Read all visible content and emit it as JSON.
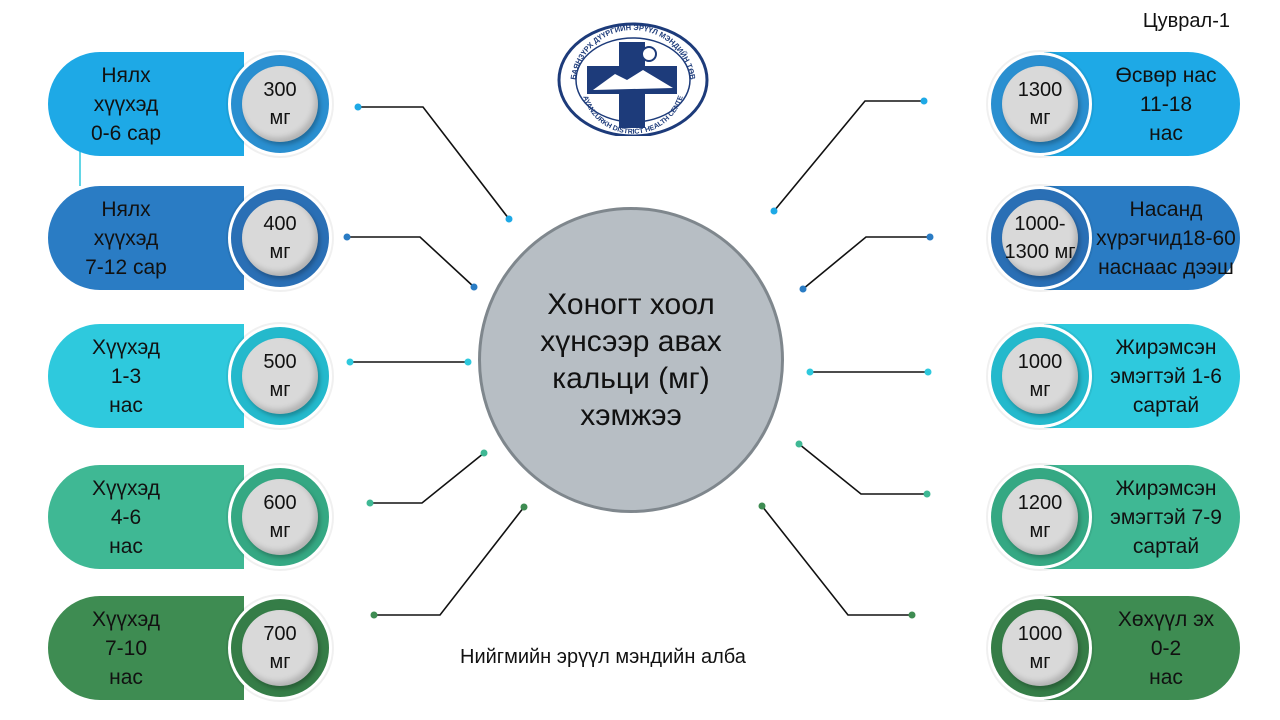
{
  "series_label": "Цуврал-1",
  "footer": "Нийгмийн эрүүл мэндийн алба",
  "logo": {
    "top_text": "БАЯНЗҮРХ ДҮҮРГИЙН ЭРҮҮЛ МЭНДИЙН ТӨВ",
    "bottom_text": "BAYANZURKH DISTRICT HEALTH CENTER"
  },
  "center": {
    "text": "Хоногт хоол\nхүнсээр авах\nкальци (мг)\nхэмжээ"
  },
  "left_items": [
    {
      "label": "Нялх\nхүүхэд\n0-6 сар",
      "amount": "300\nмг",
      "color": "#1ea9e6",
      "accent": "#2a8fd0"
    },
    {
      "label": "Нялх\nхүүхэд\n7-12 сар",
      "amount": "400\nмг",
      "color": "#2a7cc4",
      "accent": "#2a6fb5"
    },
    {
      "label": "Хүүхэд\n1-3\nнас",
      "amount": "500\nмг",
      "color": "#2ec9dd",
      "accent": "#24b9cc"
    },
    {
      "label": "Хүүхэд\n4-6\nнас",
      "amount": "600\nмг",
      "color": "#3fb894",
      "accent": "#35a883"
    },
    {
      "label": "Хүүхэд\n7-10\nнас",
      "amount": "700\nмг",
      "color": "#3e8c52",
      "accent": "#357d47"
    }
  ],
  "right_items": [
    {
      "label": "Өсвөр нас\n11-18\nнас",
      "amount": "1300\nмг",
      "color": "#1ea9e6",
      "accent": "#2a8fd0"
    },
    {
      "label": "Насанд\nхүрэгчид18-60\nнаснаас дээш",
      "amount": "1000-\n1300 мг",
      "color": "#2a7cc4",
      "accent": "#2a6fb5"
    },
    {
      "label": "Жирэмсэн\nэмэгтэй 1-6\nсартай",
      "amount": "1000\nмг",
      "color": "#2ec9dd",
      "accent": "#24b9cc"
    },
    {
      "label": "Жирэмсэн\nэмэгтэй 7-9\nсартай",
      "amount": "1200\nмг",
      "color": "#3fb894",
      "accent": "#35a883"
    },
    {
      "label": "Хөхүүл эх\n0-2\nнас",
      "amount": "1000\nмг",
      "color": "#3e8c52",
      "accent": "#357d47"
    }
  ]
}
